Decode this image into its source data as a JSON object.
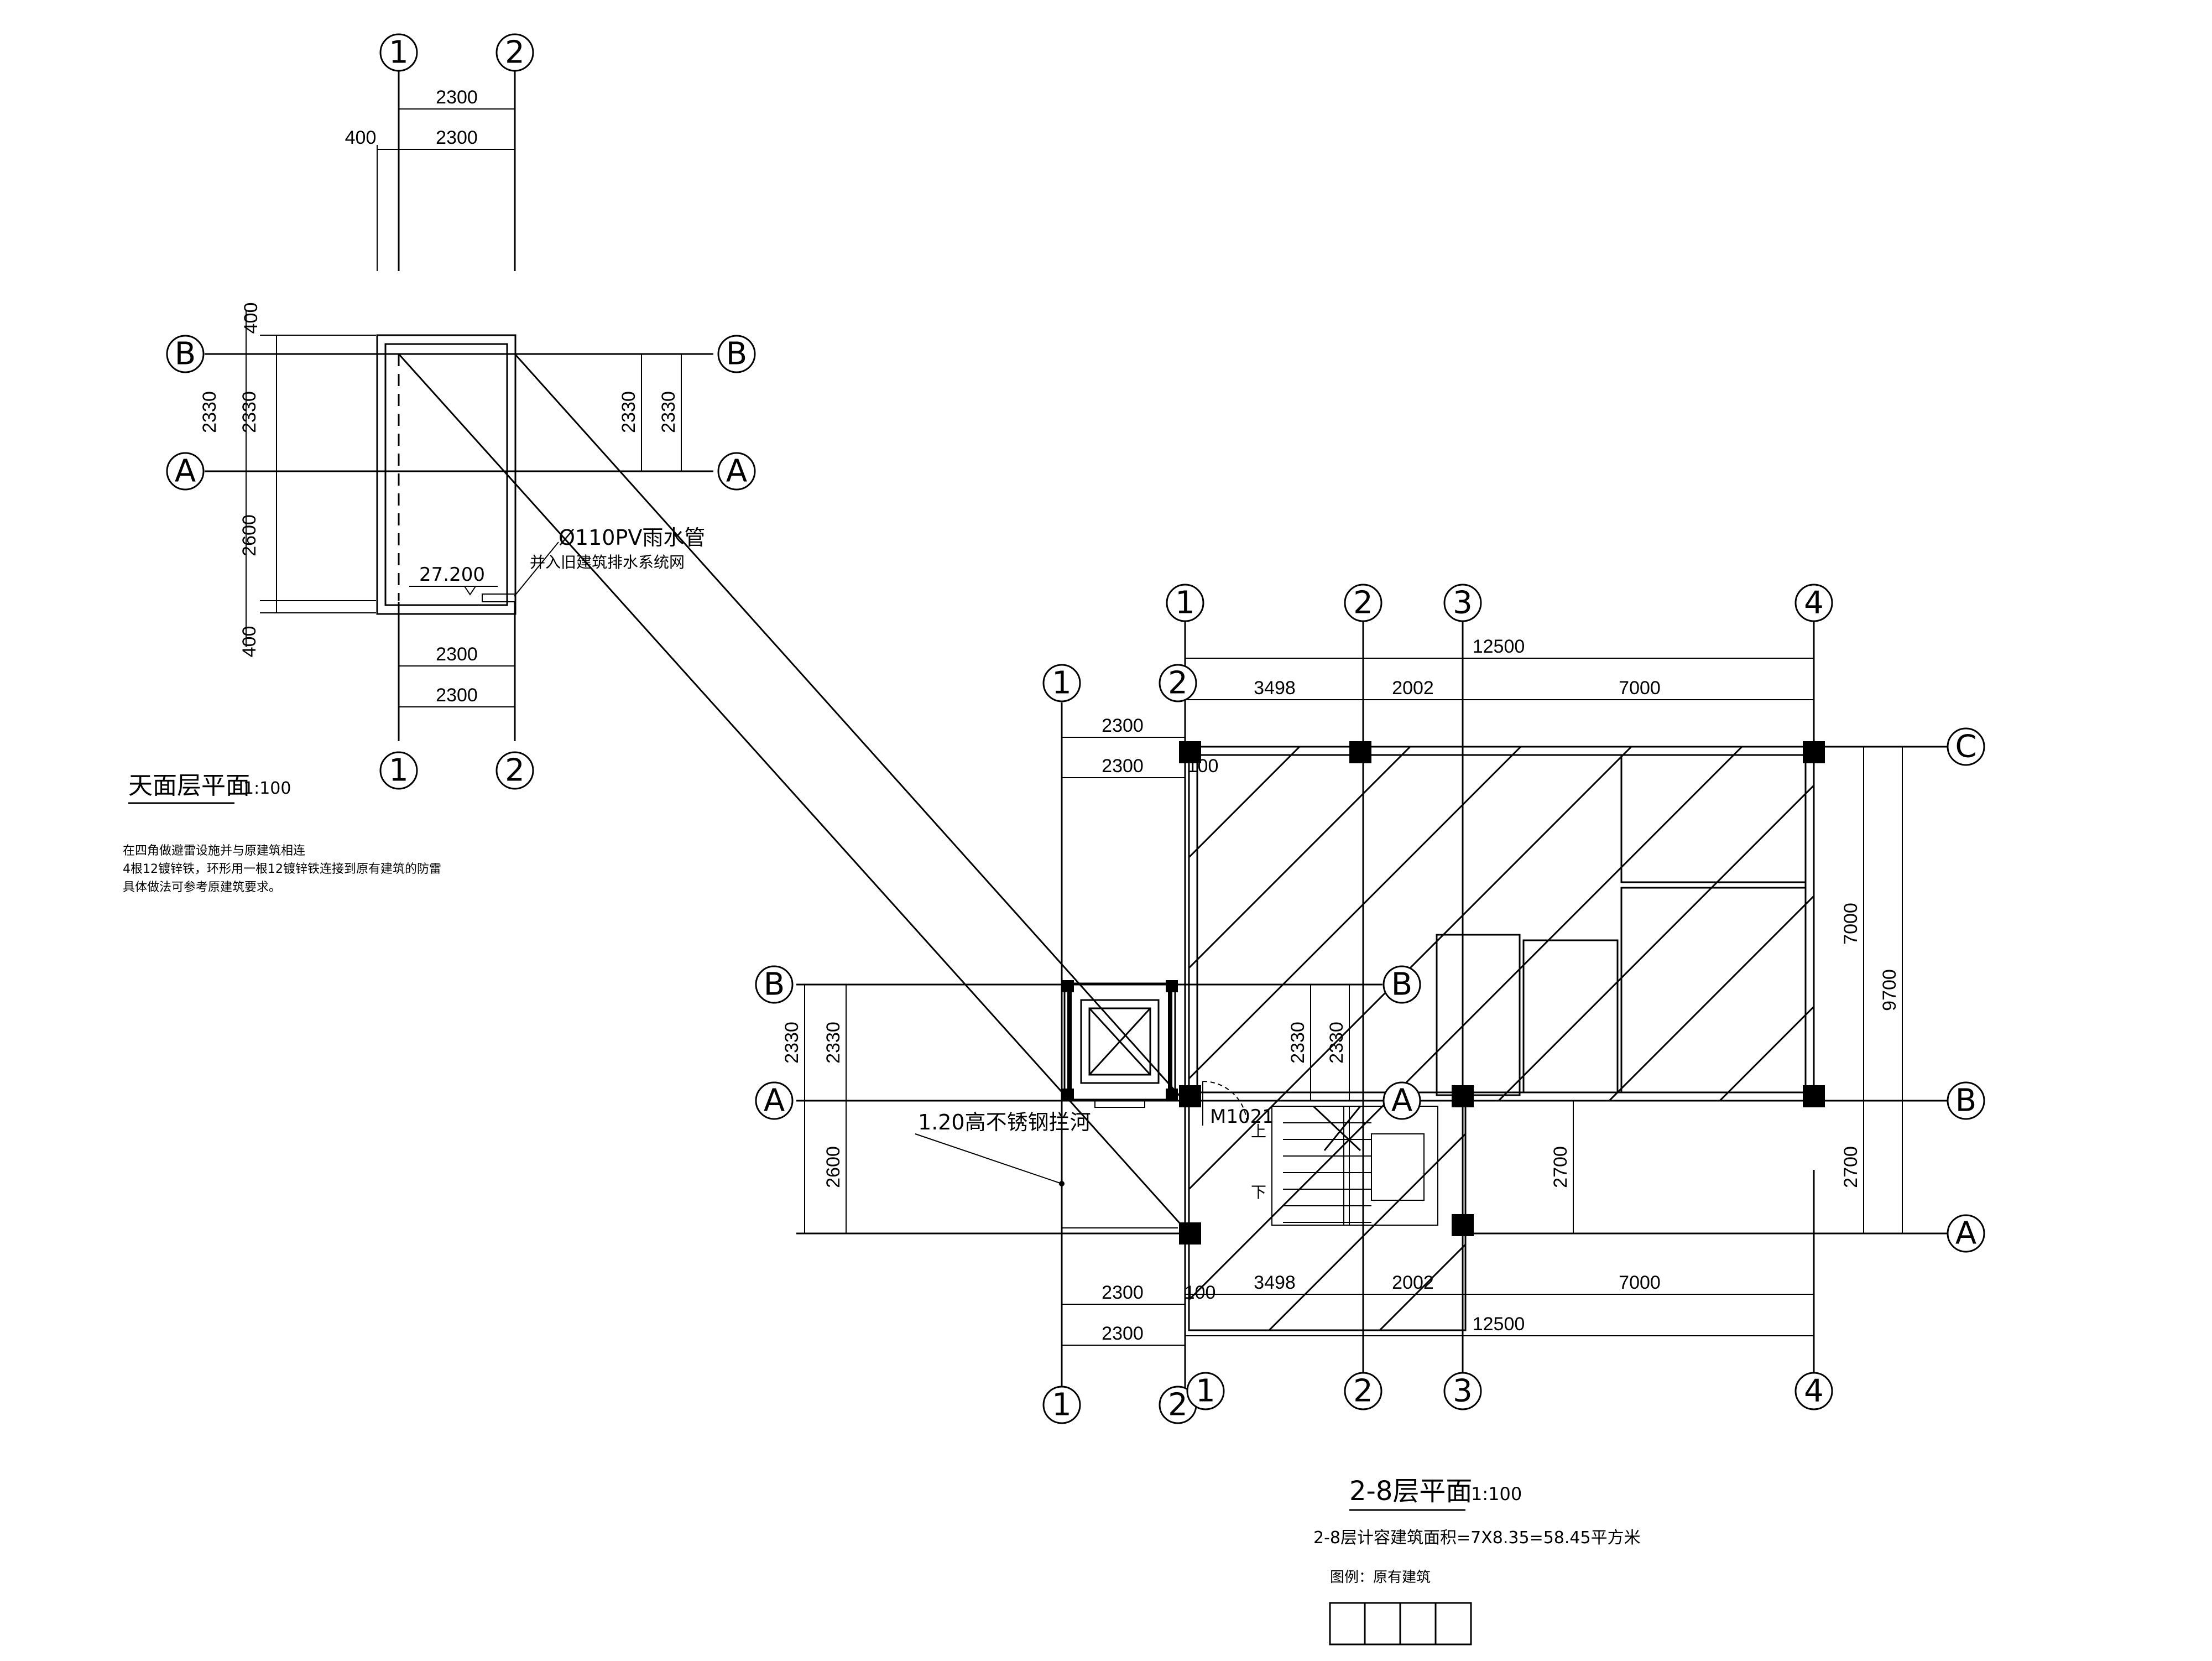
{
  "roof_plan": {
    "title": "天面层平面",
    "scale": "1:100",
    "axis_top": [
      "1",
      "2"
    ],
    "axis_bottom": [
      "1",
      "2"
    ],
    "axis_left": [
      "B",
      "A"
    ],
    "axis_right": [
      "B",
      "A"
    ],
    "dims_top": [
      "2300",
      "2300"
    ],
    "dim_offset": "400",
    "dims_bottom": [
      "2300",
      "2300"
    ],
    "dims_left_outer": [
      "400",
      "2330",
      "2600",
      "400"
    ],
    "dims_left_inner": "2330",
    "dims_right": [
      "2330",
      "2330"
    ],
    "elevation": "27.200",
    "pipe_note_1": "Ø110PV雨水管",
    "pipe_note_2": "并入旧建筑排水系统网",
    "notes": [
      "在四角做避雷设施并与原建筑相连",
      "4根12镀锌铁，环形用一根12镀锌铁连接到原有建筑的防雷",
      "具体做法可参考原建筑要求。"
    ]
  },
  "floor_plan": {
    "title": "2-8层平面",
    "scale": "1:100",
    "area_note": "2-8层计容建筑面积=7X8.35=58.45平方米",
    "legend_label": "图例：原有建筑",
    "axis_top": [
      "1",
      "2",
      "3",
      "4"
    ],
    "axis_top_extra": [
      "1",
      "2"
    ],
    "axis_bottom": [
      "1",
      "2",
      "1",
      "2",
      "3",
      "4"
    ],
    "axis_right": [
      "C",
      "B",
      "A"
    ],
    "axis_left": [
      "B",
      "A"
    ],
    "axis_inner": [
      "B",
      "A"
    ],
    "dim_total_top": "12500",
    "dims_top": [
      "3498",
      "2002",
      "7000"
    ],
    "dims_left_top": [
      "2300",
      "2300"
    ],
    "dim_100_top": "100",
    "dims_bottom": [
      "3498",
      "2002",
      "7000"
    ],
    "dim_total_bottom": "12500",
    "dims_left_bottom": [
      "2300",
      "2300"
    ],
    "dim_100_bottom": "100",
    "dims_right": [
      "7000",
      "2700"
    ],
    "dim_right_total": "9700",
    "dims_left": [
      "2330",
      "2330",
      "2600"
    ],
    "dims_inner": [
      "2330",
      "2330",
      "2700"
    ],
    "door_tag": "M1021",
    "railing_note": "1.20高不锈钢拦河",
    "stair_up": "上",
    "stair_down": "下"
  }
}
